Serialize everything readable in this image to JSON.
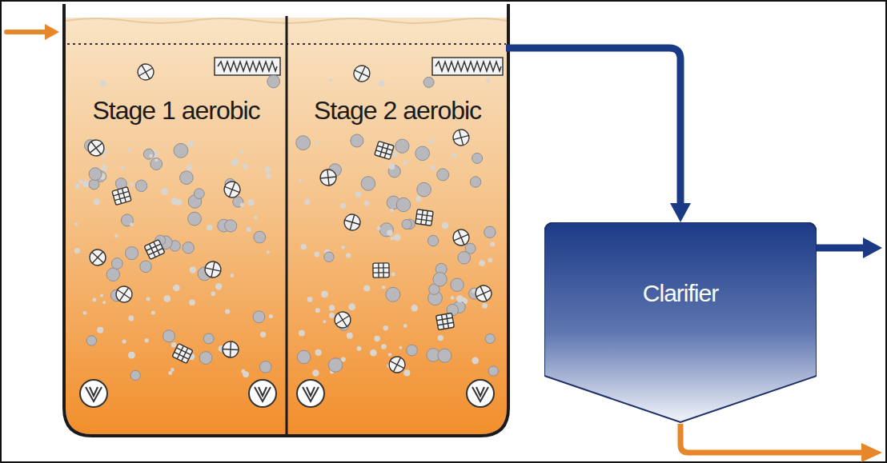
{
  "diagram": {
    "nodes": [
      {
        "text": [
          "Stage 1 aerobic"
        ]
      },
      {
        "text": [
          "Stage 2 aerobic"
        ]
      },
      {
        "text": [
          "Clarifier"
        ]
      }
    ],
    "edges": [
      {
        "from": 1,
        "to": 2,
        "arrow": "to"
      }
    ]
  }
}
